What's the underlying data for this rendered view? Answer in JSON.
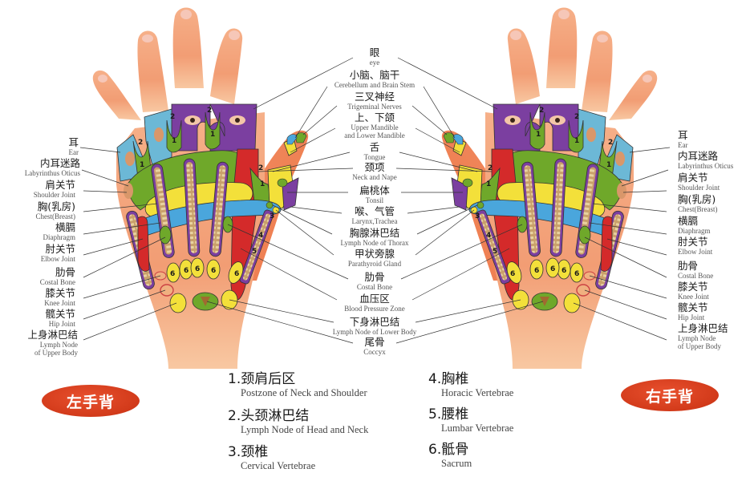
{
  "badges": {
    "left": "左手背",
    "right": "右手背"
  },
  "left_labels": [
    {
      "zh": "耳",
      "en": "Ear"
    },
    {
      "zh": "内耳迷路",
      "en": "Labyrinthus Oticus"
    },
    {
      "zh": "肩关节",
      "en": "Shoulder Joint"
    },
    {
      "zh": "胸(乳房)",
      "en": "Chest(Breast)"
    },
    {
      "zh": "横膈",
      "en": "Diaphragm"
    },
    {
      "zh": "肘关节",
      "en": "Elbow Joint"
    },
    {
      "zh": "肋骨",
      "en": "Costal Bone"
    },
    {
      "zh": "膝关节",
      "en": "Knee Joint"
    },
    {
      "zh": "髋关节",
      "en": "Hip Joint"
    },
    {
      "zh": "上身淋巴结",
      "en": "Lymph Node",
      "en2": "of Upper Body"
    }
  ],
  "right_labels": [
    {
      "zh": "耳",
      "en": "Ear"
    },
    {
      "zh": "内耳迷路",
      "en": "Labyrinthus Oticus"
    },
    {
      "zh": "肩关节",
      "en": "Shoulder Joint"
    },
    {
      "zh": "胸(乳房)",
      "en": "Chest(Breast)"
    },
    {
      "zh": "横膈",
      "en": "Diaphragm"
    },
    {
      "zh": "肘关节",
      "en": "Elbow Joint"
    },
    {
      "zh": "肋骨",
      "en": "Costal Bone"
    },
    {
      "zh": "膝关节",
      "en": "Knee Joint"
    },
    {
      "zh": "髋关节",
      "en": "Hip Joint"
    },
    {
      "zh": "上身淋巴结",
      "en": "Lymph Node",
      "en2": "of Upper Body"
    }
  ],
  "center_labels": [
    {
      "zh": "眼",
      "en": "eye"
    },
    {
      "zh": "小脑、脑干",
      "en": "Cerebellum and Brain Stem"
    },
    {
      "zh": "三叉神经",
      "en": "Trigeminal Nerves"
    },
    {
      "zh": "上、下颌",
      "en": "Upper Mandible",
      "en2": "and Lower Mandible"
    },
    {
      "zh": "舌",
      "en": "Tongue"
    },
    {
      "zh": "颈项",
      "en": "Neck and Nape"
    },
    {
      "zh": "扁桃体",
      "en": "Tonsil"
    },
    {
      "zh": "喉、气管",
      "en": "Larynx,Trachea"
    },
    {
      "zh": "胸腺淋巴结",
      "en": "Lymph Node of Thorax"
    },
    {
      "zh": "甲状旁腺",
      "en": "Parathyroid Gland"
    },
    {
      "zh": "肋骨",
      "en": "Costal Bone"
    },
    {
      "zh": "血压区",
      "en": "Blood Pressure Zone"
    },
    {
      "zh": "下身淋巴结",
      "en": "Lymph Node of Lower Body"
    },
    {
      "zh": "尾骨",
      "en": "Coccyx"
    }
  ],
  "legend": [
    {
      "zh": "1.颈肩后区",
      "en": "Postzone of Neck and Shoulder"
    },
    {
      "zh": "2.头颈淋巴结",
      "en": "Lymph Node of Head and Neck"
    },
    {
      "zh": "3.颈椎",
      "en": "Cervical Vertebrae"
    },
    {
      "zh": "4.胸椎",
      "en": "Horacic Vertebrae"
    },
    {
      "zh": "5.腰椎",
      "en": "Lumbar Vertebrae"
    },
    {
      "zh": "6.骶骨",
      "en": "Sacrum"
    }
  ],
  "zone_numbers": {
    "one": "1",
    "two": "2",
    "three": "3",
    "four": "4",
    "five": "5",
    "six": "6"
  },
  "colors": {
    "skin": "#f4a27a",
    "skin_dark": "#ec8a60",
    "purple": "#7b3fa0",
    "light_blue": "#6cb8d6",
    "green": "#6fa82a",
    "yellow": "#f3e03a",
    "blue": "#4aa6dc",
    "red": "#d42a2a",
    "badge_red": "#d23a1a"
  }
}
